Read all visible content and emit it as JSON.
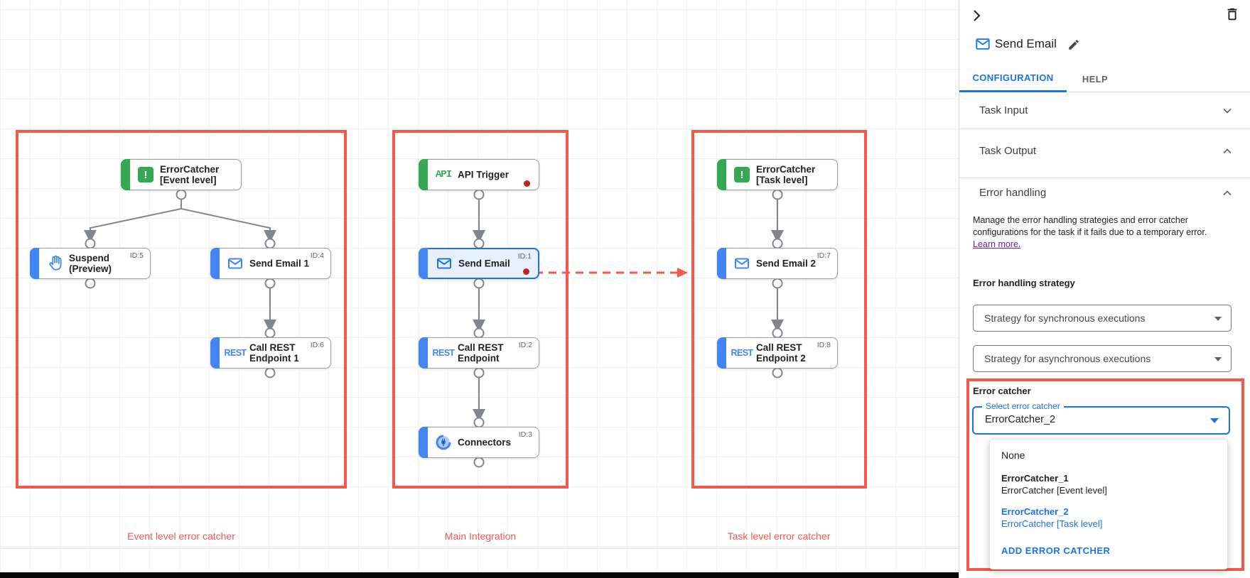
{
  "colors": {
    "annotation_red": "#f4594c",
    "accent_blue": "#1a73e8",
    "node_blue": "#4285f4",
    "green": "#34a853",
    "dot_red": "#c5221f"
  },
  "canvas": {
    "groups": [
      {
        "caption": "Event level error catcher"
      },
      {
        "caption": "Main Integration"
      },
      {
        "caption": "Task level error catcher"
      }
    ],
    "icon_texts": {
      "api": "API",
      "rest": "REST",
      "error_bang": "!"
    },
    "nodes": [
      {
        "label": "ErrorCatcher\n[Event level]",
        "icon": "error-catcher-icon"
      },
      {
        "label": "Suspend\n(Preview)",
        "id_label": "ID:5",
        "icon": "hand-icon"
      },
      {
        "label": "Send Email 1",
        "id_label": "ID:4",
        "icon": "mail-icon"
      },
      {
        "label": "Call REST\nEndpoint 1",
        "id_label": "ID:6",
        "icon": "rest-icon"
      },
      {
        "label": "API Trigger",
        "icon": "api-icon",
        "has_breakpoint_dot": true
      },
      {
        "label": "Send Email",
        "id_label": "ID:1",
        "icon": "mail-icon",
        "selected": true,
        "has_breakpoint_dot": true
      },
      {
        "label": "Call REST\nEndpoint",
        "id_label": "ID:2",
        "icon": "rest-icon"
      },
      {
        "label": "Connectors",
        "id_label": "ID:3",
        "icon": "connectors-icon"
      },
      {
        "label": "ErrorCatcher\n[Task level]",
        "icon": "error-catcher-icon"
      },
      {
        "label": "Send Email 2",
        "id_label": "ID:7",
        "icon": "mail-icon"
      },
      {
        "label": "Call REST\nEndpoint 2",
        "id_label": "ID:8",
        "icon": "rest-icon"
      }
    ]
  },
  "panel": {
    "title": "Send Email",
    "tabs": {
      "configuration": "CONFIGURATION",
      "help": "HELP"
    },
    "sections": {
      "task_input": "Task Input",
      "task_output": "Task Output",
      "error_handling": "Error handling"
    },
    "error_handling": {
      "description": "Manage the error handling strategies and error catcher configurations for the task if it fails due to a temporary error.",
      "learn_more": "Learn more.",
      "strategy_label": "Error handling strategy",
      "sync_select_value": "Strategy for synchronous executions",
      "async_select_value": "Strategy for asynchronous executions",
      "error_catcher_label": "Error catcher",
      "select_floating_label": "Select error catcher",
      "select_value": "ErrorCatcher_2",
      "menu": {
        "none": "None",
        "options": [
          {
            "name": "ErrorCatcher_1",
            "detail": "ErrorCatcher [Event level]"
          },
          {
            "name": "ErrorCatcher_2",
            "detail": "ErrorCatcher [Task level]",
            "selected": true
          }
        ],
        "add_button": "ADD ERROR CATCHER"
      }
    }
  }
}
